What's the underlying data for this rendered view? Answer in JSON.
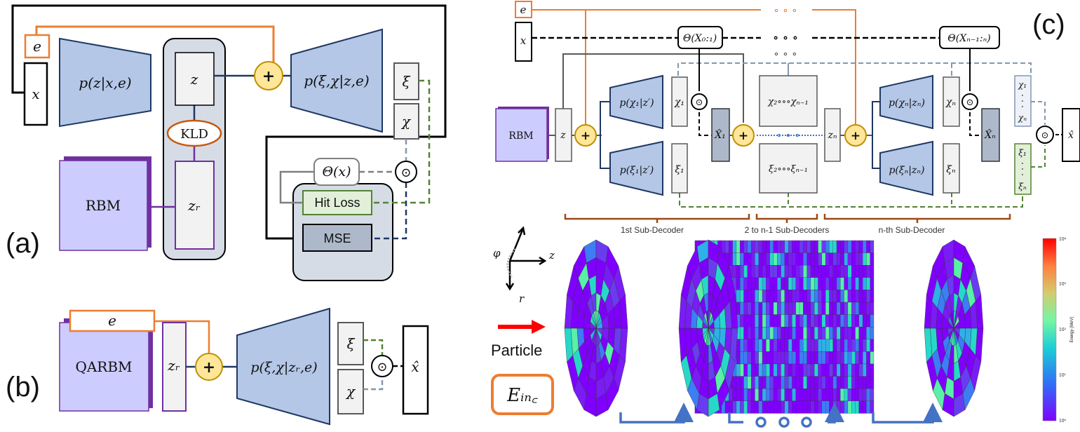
{
  "panels": {
    "a": "(a)",
    "b": "(b)",
    "c": "(c)"
  },
  "colors": {
    "orange": "#ed7d31",
    "encoder_blue": "#b4c7e7",
    "rbm_purple": "#ccccff",
    "rbm_border": "#7030a0",
    "sum_yellow": "#ffe699",
    "hitloss_green": "#e2efd9",
    "bracket_brown": "#9c4a16",
    "arrow_blue": "#4472c4",
    "particle_red": "#ff0000"
  },
  "a": {
    "e": "e",
    "x": "x",
    "encoder": "p(z|x,e)",
    "z": "z",
    "kld": "KLD",
    "rbm": "RBM",
    "zr": "zᵣ",
    "sum": "+",
    "decoder": "p(ξ,χ|z,e)",
    "xi": "ξ",
    "chi": "χ",
    "theta": "Θ(x)",
    "hadamard": "⊙",
    "hit_loss": "Hit Loss",
    "mse": "MSE"
  },
  "b": {
    "e": "e",
    "qarbm": "QARBM",
    "zr": "zᵣ",
    "sum": "+",
    "decoder": "p(ξ,χ|zᵣ,e)",
    "xi": "ξ",
    "chi": "χ",
    "hadamard": "⊙",
    "xhat": "x̂"
  },
  "c": {
    "e": "e",
    "x": "x",
    "theta1": "Θ(X₀:₁)",
    "thetan": "Θ(Xₙ₋₁:ₙ)",
    "ellipsis": "∘ ∘ ∘",
    "rbm": "RBM",
    "z": "z",
    "dec_chi1": "p(χ₁|z′)",
    "dec_xi1": "p(ξ₁|z′)",
    "chi1": "χ₁",
    "xi1": "ξ₁",
    "xhat1": "X̂₁",
    "mid_chi": "χ₂∘∘∘χₙ₋₁",
    "mid_xi": "ξ₂∘∘∘ξₙ₋₁",
    "zn": "zₙ",
    "dec_chin": "p(χₙ|zₙ)",
    "dec_xin": "p(ξₙ|zₙ)",
    "chin": "χₙ",
    "xin": "ξₙ",
    "xhatn": "X̂ₙ",
    "chi_stack": [
      "χ₁",
      "∘",
      "∘",
      "∘",
      "χₙ"
    ],
    "xi_stack": [
      "ξ₁",
      "∘",
      "∘",
      "∘",
      "ξₙ"
    ],
    "xhat": "x̂",
    "brackets": [
      "1st Sub-Decoder",
      "2 to n-1 Sub-Decoders",
      "n-th Sub-Decoder"
    ],
    "axes": {
      "phi": "φ",
      "z": "z",
      "r": "r"
    },
    "particle": "Particle",
    "einc": "Eᵢₙ꜀",
    "colorbar": {
      "label": "Energy (MeV)",
      "ticks": [
        "10⁰",
        "10¹",
        "10²",
        "10³",
        "10⁴"
      ]
    }
  }
}
